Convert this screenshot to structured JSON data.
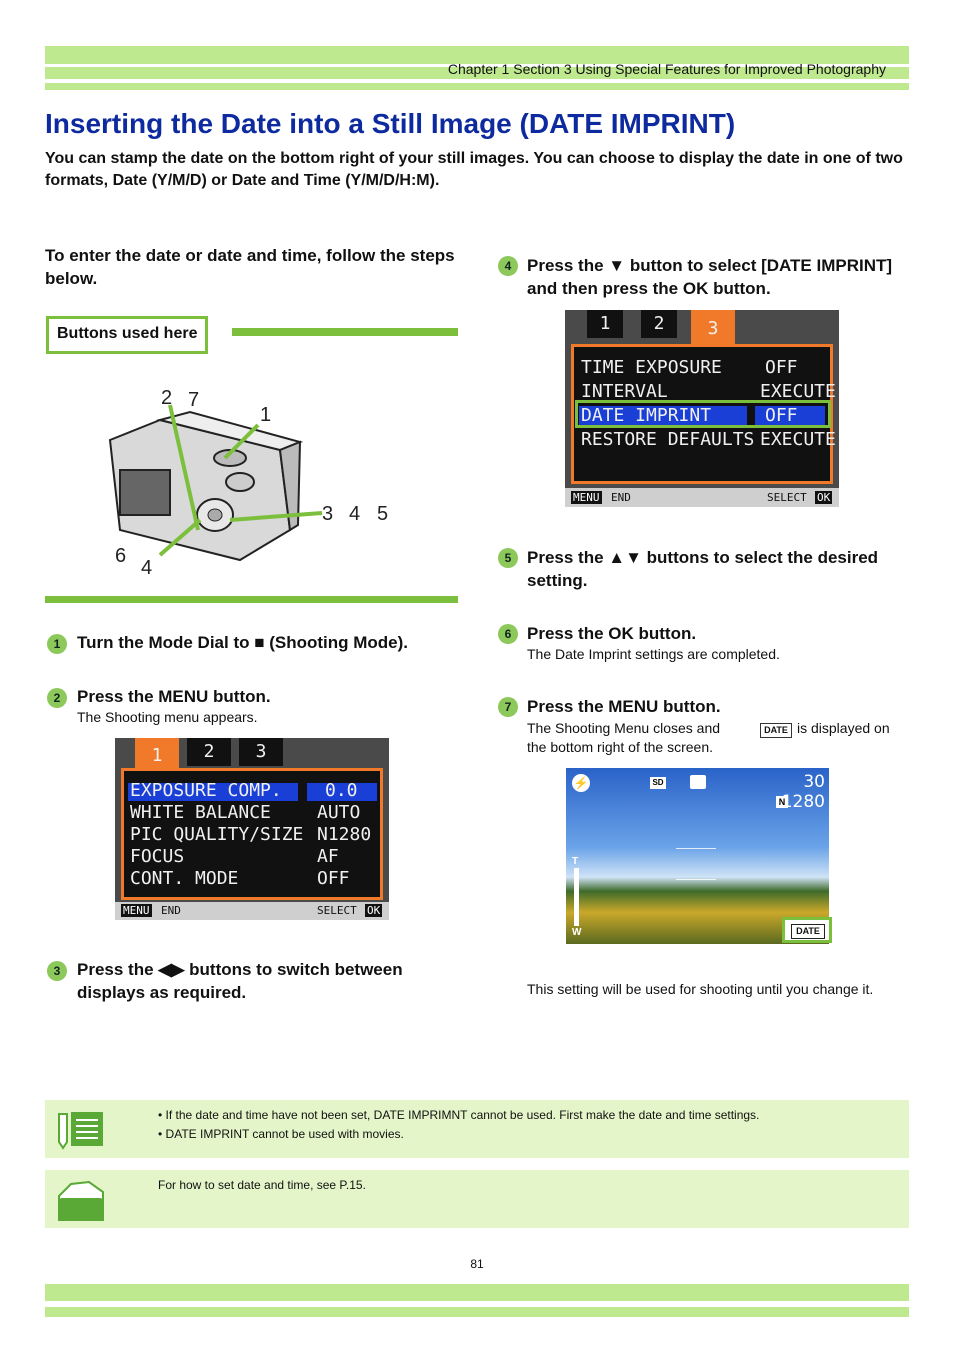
{
  "header": {
    "chapter": "Chapter 1 Section 3 Using Special Features for Improved Photography"
  },
  "title": "Inserting the Date into a Still Image (DATE IMPRINT)",
  "intro": "You can stamp the date on the bottom right of your still images. You can choose to display the date in one of two formats, Date (Y/M/D) or Date and Time (Y/M/D/H:M).",
  "lead": "To enter the date or date and time, follow the steps below.",
  "buttons_used": "Buttons used here",
  "callouts": [
    "2",
    "7",
    "1",
    "3",
    "4",
    "5",
    "6",
    "4"
  ],
  "steps": {
    "s1": {
      "num": "1",
      "text": "Turn the Mode Dial to ■ (Shooting Mode)."
    },
    "s2": {
      "num": "2",
      "text": "Press the MENU button.",
      "sub": "The Shooting menu appears."
    },
    "s3": {
      "num": "3",
      "text": "Press the ◀▶ buttons to switch between displays as required."
    },
    "s4": {
      "num": "4",
      "text": "Press the ▼ button to select [DATE IMPRINT] and then press the OK button."
    },
    "s5": {
      "num": "5",
      "text": "Press the ▲▼ buttons to select the desired setting."
    },
    "s6": {
      "num": "6",
      "text": "Press the OK button.",
      "sub": "The Date Imprint settings are completed."
    },
    "s7": {
      "num": "7",
      "text": "Press the MENU button.",
      "sub_a": "The Shooting Menu closes and",
      "sub_b": "is displayed on the bottom right of the screen."
    }
  },
  "menu1": {
    "tabs": [
      "1",
      "2",
      "3"
    ],
    "rows": [
      {
        "label": "EXPOSURE COMP.",
        "value": "0.0"
      },
      {
        "label": "WHITE BALANCE",
        "value": "AUTO"
      },
      {
        "label": "PIC QUALITY/SIZE",
        "value": "N1280"
      },
      {
        "label": "FOCUS",
        "value": "AF"
      },
      {
        "label": "CONT. MODE",
        "value": "OFF"
      }
    ],
    "footer_left": "MENU",
    "footer_end": "END",
    "footer_select": "SELECT",
    "footer_ok": "OK"
  },
  "menu3": {
    "tabs": [
      "1",
      "2",
      "3"
    ],
    "rows": [
      {
        "label": "TIME EXPOSURE",
        "value": "OFF"
      },
      {
        "label": "INTERVAL",
        "value": "EXECUTE"
      },
      {
        "label": "DATE IMPRINT",
        "value": "OFF"
      },
      {
        "label": "RESTORE DEFAULTS",
        "value": "EXECUTE"
      }
    ],
    "footer_left": "MENU",
    "footer_end": "END",
    "footer_select": "SELECT",
    "footer_ok": "OK"
  },
  "preview": {
    "count": "30",
    "size": "1280",
    "quality": "N",
    "sd": "SD",
    "date": "DATE",
    "zoom_t": "T",
    "zoom_w": "W"
  },
  "closing": "This setting will be used for shooting until you change it.",
  "notes": {
    "note1": [
      "• If the date and time have not been set, DATE IMPRIMNT cannot be used. First make the date and time settings.",
      "• DATE IMPRINT cannot be used with movies."
    ],
    "note2": "For how to set date and time, see P.15."
  },
  "page_number": "81",
  "colors": {
    "accent_green": "#7cbf3c",
    "title_blue": "#0d2a9e",
    "menu_highlight": "#1a3fd6",
    "tab_orange": "#f07a2a"
  }
}
